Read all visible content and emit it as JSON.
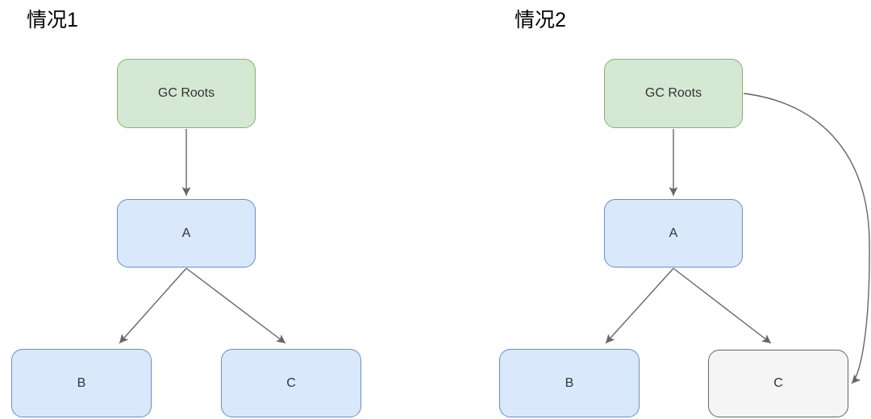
{
  "diagrams": [
    {
      "title": "情况1",
      "nodes": {
        "root": {
          "label": "GC Roots"
        },
        "a": {
          "label": "A"
        },
        "b": {
          "label": "B"
        },
        "c": {
          "label": "C"
        }
      },
      "edges": [
        "GC Roots -> A",
        "A -> B",
        "A -> C"
      ]
    },
    {
      "title": "情况2",
      "nodes": {
        "root": {
          "label": "GC Roots"
        },
        "a": {
          "label": "A"
        },
        "b": {
          "label": "B"
        },
        "c": {
          "label": "C"
        }
      },
      "edges": [
        "GC Roots -> A",
        "A -> B",
        "A -> C",
        "GC Roots -> C (curved, right side)"
      ]
    }
  ],
  "colors": {
    "green_node_fill": "#d5e8d4",
    "green_node_border": "#82b366",
    "blue_node_fill": "#dae8fc",
    "blue_node_border": "#6c8ebf",
    "gray_node_fill": "#f5f5f5",
    "gray_node_border": "#666666",
    "arrow": "#666666",
    "node_text": "#333333",
    "title_text": "#000000"
  }
}
